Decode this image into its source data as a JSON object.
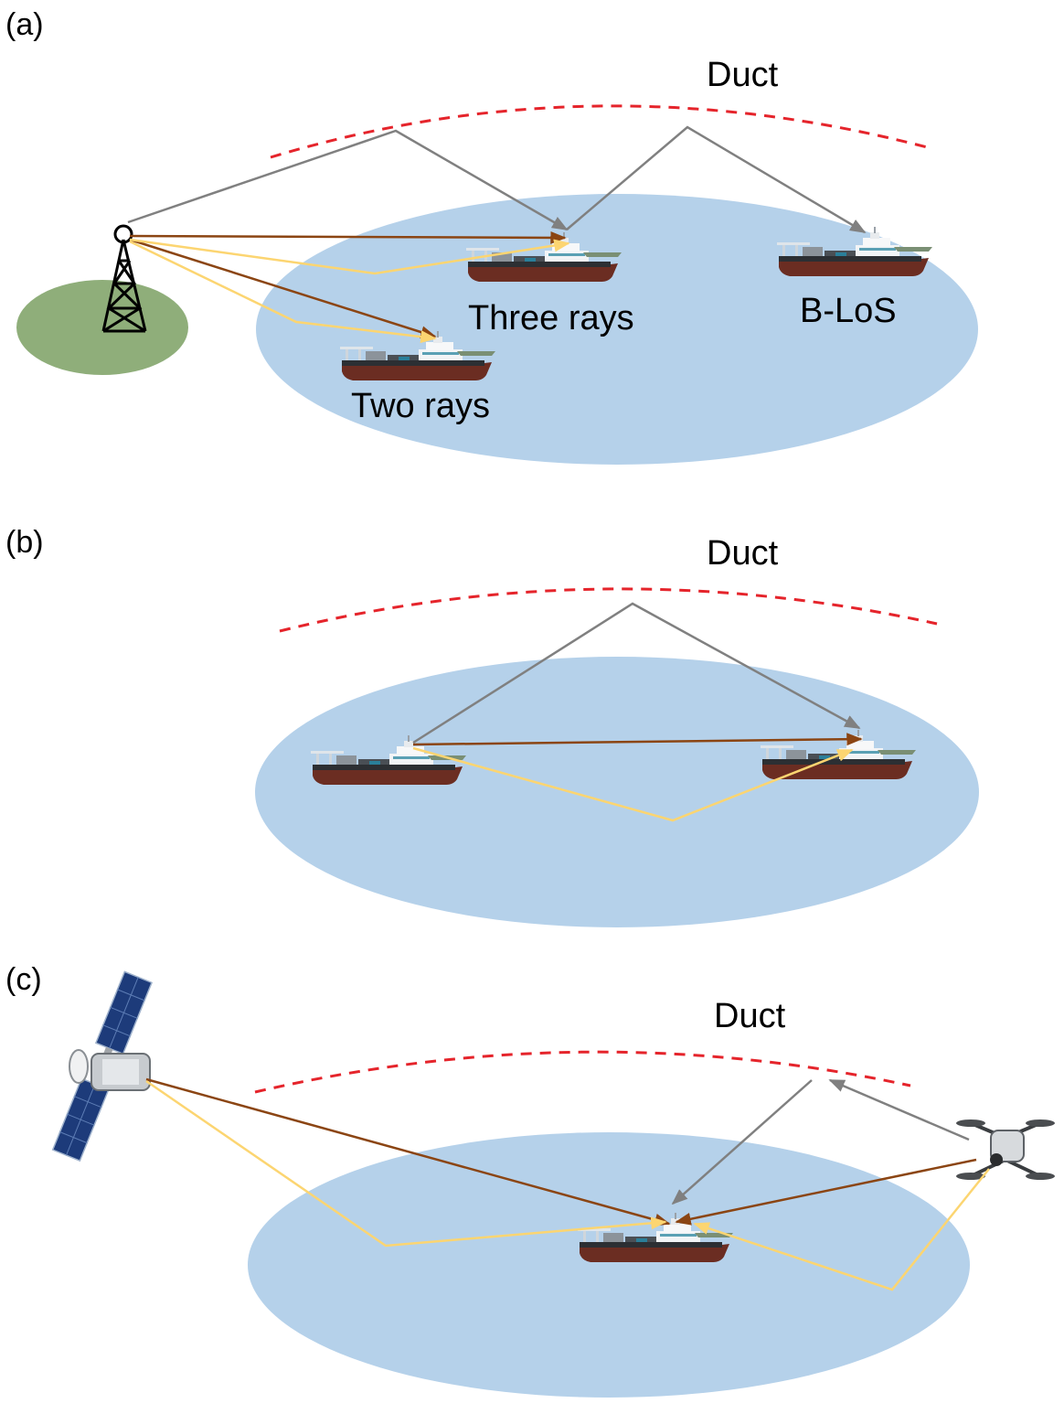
{
  "panels": {
    "a": {
      "tag": "(a)",
      "duct_label": "Duct",
      "labels": {
        "three_rays": "Three rays",
        "blos": "B-LoS",
        "two_rays": "Two rays"
      }
    },
    "b": {
      "tag": "(b)",
      "duct_label": "Duct"
    },
    "c": {
      "tag": "(c)",
      "duct_label": "Duct"
    }
  },
  "colors": {
    "sea": "#b5d1ea",
    "land": "#8fae7a",
    "duct": "#e5242b",
    "duct_ray": "#808080",
    "direct_ray": "#8b4513",
    "reflected_ray": "#fcd571",
    "hull": "#6b2d22",
    "deck": "#2c2f33"
  },
  "icons": [
    "tower-icon",
    "ship-icon",
    "satellite-icon",
    "drone-icon"
  ]
}
